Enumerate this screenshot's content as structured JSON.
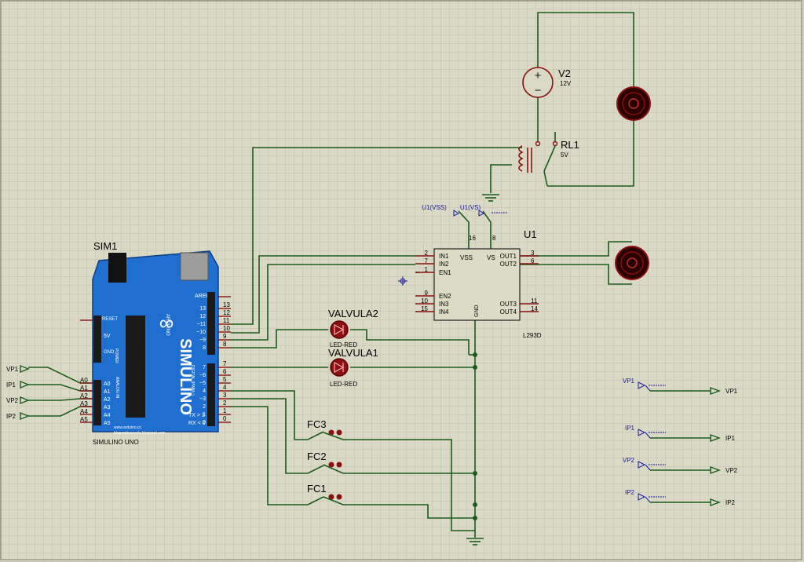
{
  "components": {
    "sim1": {
      "ref": "SIM1",
      "name": "SIMULINO UNO",
      "brand": "SIMULINO",
      "aref": "AREF",
      "reset": "RESET",
      "v5": "5V",
      "gnd": "GND",
      "power": "POWER",
      "analog_in": "ANALOG IN",
      "digital": "DIGITAL (PWM~)",
      "url1": "www.arduino.cc",
      "url2": "blogembarcado.blogspot.com",
      "arduino": "ARDUINO",
      "tx": "TX > 1",
      "rx": "RX < 0",
      "logo": "∞"
    },
    "v2": {
      "ref": "V2",
      "value": "12V"
    },
    "rl1": {
      "ref": "RL1",
      "value": "5V"
    },
    "u1": {
      "ref": "U1",
      "part": "L293D",
      "vss_net": "U1(VSS)",
      "vs_net": "U1(VS)",
      "pin16": "16",
      "pin8": "8"
    },
    "valvula2": {
      "ref": "VALVULA2",
      "part": "LED-RED"
    },
    "valvula1": {
      "ref": "VALVULA1",
      "part": "LED-RED"
    },
    "fc3": "FC3",
    "fc2": "FC2",
    "fc1": "FC1"
  },
  "u1_left_pins": [
    {
      "num": "2",
      "name": "IN1"
    },
    {
      "num": "7",
      "name": "IN2"
    },
    {
      "num": "1",
      "name": "EN1"
    },
    {
      "num": "9",
      "name": "EN2"
    },
    {
      "num": "10",
      "name": "IN3"
    },
    {
      "num": "15",
      "name": "IN4"
    }
  ],
  "u1_right_pins": [
    {
      "num": "3",
      "name": "OUT1"
    },
    {
      "num": "6",
      "name": "OUT2"
    },
    {
      "num": "11",
      "name": "OUT3"
    },
    {
      "num": "14",
      "name": "OUT4"
    }
  ],
  "u1_top_pins": {
    "vss": "VSS",
    "vs": "VS",
    "gnd": "GND"
  },
  "arduino_digital_pins": [
    "13",
    "12",
    "~11",
    "~10",
    "~9",
    "8",
    "7",
    "~6",
    "~5",
    "4",
    "~3",
    "2",
    "1",
    "0"
  ],
  "arduino_analog_pins": [
    "A0",
    "A1",
    "A2",
    "A3",
    "A4",
    "A5"
  ],
  "analog_wire_labels": [
    "A0",
    "A1",
    "A2",
    "A3",
    "A4",
    "A5"
  ],
  "digital_ext_labels": [
    "13",
    "12",
    "11",
    "10",
    "9",
    "8",
    "7",
    "6",
    "5",
    "4",
    "3",
    "2",
    "1",
    "0"
  ],
  "left_terminals": [
    "VP1",
    "IP1",
    "VP2",
    "IP2"
  ],
  "probe_rows": [
    {
      "probe": "VP1",
      "terminal": "VP1"
    },
    {
      "probe": "IP1",
      "terminal": "IP1"
    },
    {
      "probe": "VP2",
      "terminal": "VP2"
    },
    {
      "probe": "IP2",
      "terminal": "IP2"
    }
  ],
  "colors": {
    "wire": "#1c5c1c",
    "component": "#8b1010",
    "label_blue": "#1a1aa0",
    "board": "#1f6fd1",
    "background": "#d9d9c6",
    "grid": "#c2c2ad"
  }
}
